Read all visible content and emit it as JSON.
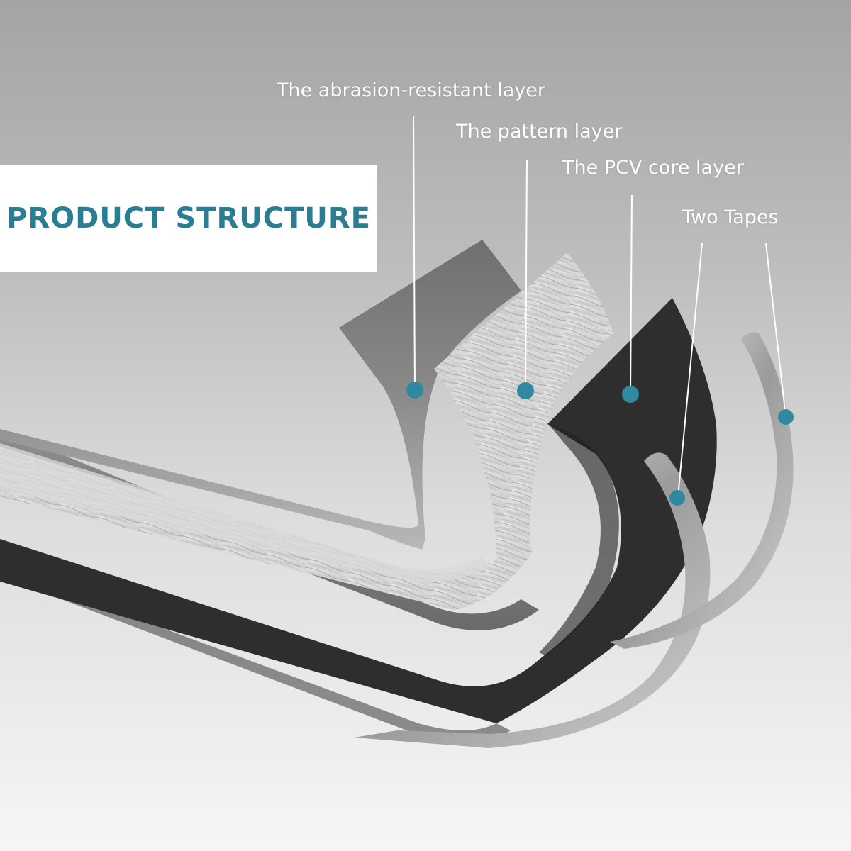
{
  "title": "PRODUCT STRUCTURE",
  "callouts": [
    {
      "label": "The abrasion-resistant layer",
      "target": "abrasion-layer"
    },
    {
      "label": "The pattern layer",
      "target": "pattern-layer"
    },
    {
      "label": "The PCV core layer",
      "target": "core-layer"
    },
    {
      "label": "Two Tapes",
      "target": "tape-strips"
    }
  ],
  "colors": {
    "accent": "#2b7d93",
    "marker": "#2f8aa0",
    "core": "#2e2e2e",
    "label": "#ffffff"
  }
}
